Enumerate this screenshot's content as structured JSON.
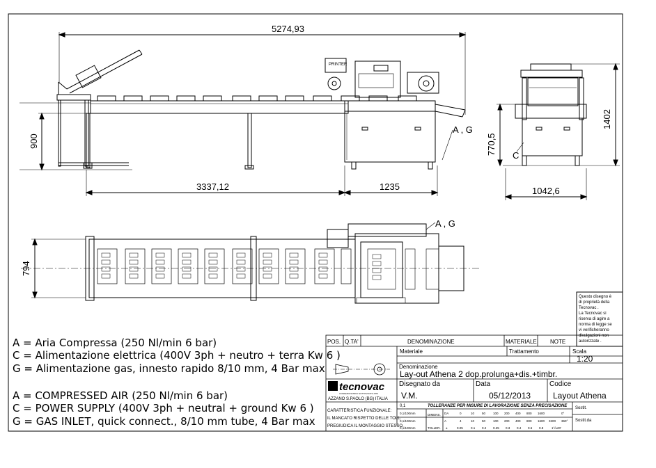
{
  "dimensions": {
    "overall_length": "5274,93",
    "feed_height": "900",
    "infeed_length": "3337,12",
    "machine_length": "1235",
    "outfeed_height": "770,5",
    "total_height": "1402",
    "side_width": "1042,6",
    "plan_width": "794"
  },
  "labels": {
    "printer": "PRINTER",
    "connection_side": "A , G",
    "connection_plan": "A , G",
    "connection_end": "C"
  },
  "legend": {
    "it_a": "A = Aria Compressa (250 Nl/min 6 bar)",
    "it_c": "C = Alimentazione elettrica (400V 3ph + neutro + terra Kw 6 )",
    "it_g": "G = Alimentazione gas, innesto rapido 8/10 mm, 4 Bar max",
    "en_a": "A = COMPRESSED AIR (250 Nl/min 6 bar)",
    "en_c": "C = POWER SUPPLY (400V 3ph + neutral + ground Kw 6 )",
    "en_g": "G = GAS INLET, quick connect., 8/10 mm tube, 4 Bar max"
  },
  "notice": [
    "Questo disegno è",
    "di proprietà della",
    "Tecnovac .",
    "La Tecnovac si",
    "riserva di agire a",
    "norma di legge se",
    "vi verificheranno",
    "divulgazioni non",
    "autorizzate ."
  ],
  "title_block": {
    "pos": "POS.",
    "qta": "Q.TA'",
    "denominazione_head": "DENOMINAZIONE",
    "materiale_head": "MATERIALE",
    "note_head": "NOTE",
    "materiale_label": "Materiale",
    "trattamento_label": "Trattamento",
    "scala_label": "Scala",
    "scala_value": "1:20",
    "denominazione_label": "Denominazione",
    "denominazione_value": "Lay-out Athena 2 dop.prolunga+dis.+timbr.",
    "disegnato_label": "Disegnato da",
    "disegnato_value": "V.M.",
    "data_label": "Data",
    "data_value": "05/12/2013",
    "codice_label": "Codice",
    "codice_value": "Layout Athena",
    "company": "tecnovac",
    "company_sub": "CONFEZIONATRICI SOTTOVUOTO ATM",
    "address": "AZZANO S.PAOLO (BG) ITALIA",
    "char_1": "CARATTERISTICA FUNZIONALE:",
    "char_2": "IL MANCATO RISPETTO DELLE TOLL.",
    "char_3": "PREGIUDICA IL MONTAGGIO STESSO.",
    "tolerance_title": "TOLLERANZE PER MISURE DI LAVORAZIONE SENZA PRECISAZIONE",
    "tol_sym_1": "0,1",
    "tol_sym_2": "0,1/100mm",
    "tol_sym_3": "0,1/100mm",
    "tol_sym_4": "0,1/100mm",
    "dimens_label": "DIMENS.",
    "toller_label": "TOLLER.",
    "da_label": "DA",
    "a_label": "A",
    "row_da": [
      "0",
      "10",
      "50",
      "100",
      "200",
      "400",
      "800",
      "1600",
      "0°"
    ],
    "row_a": [
      "4",
      "10",
      "50",
      "100",
      "200",
      "400",
      "800",
      "1600",
      "3200",
      "360°"
    ],
    "row_tol": [
      "±",
      "0.05",
      "0.1",
      "0.2",
      "0.25",
      "0.3",
      "0.4",
      "0.6",
      "0.8",
      "1°/±20'"
    ],
    "sostit_label": "Sostit.",
    "sostit_da_label": "Sostit.da"
  }
}
